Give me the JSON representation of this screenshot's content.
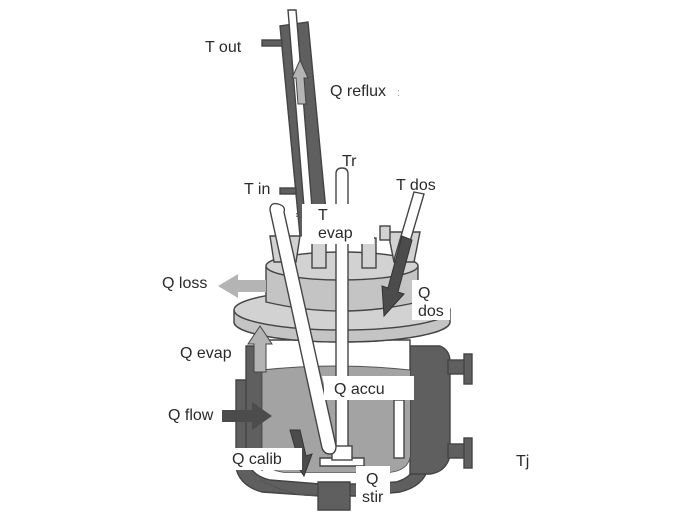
{
  "diagram": {
    "labels": {
      "t_out": "T out",
      "q_reflux": "Q reflux",
      "tr": "Tr",
      "t_in": "T in",
      "t_evap_1": "T",
      "t_evap_2": "evap",
      "t_dos": "T dos",
      "q_loss": "Q loss",
      "q_dos_1": "Q",
      "q_dos_2": "dos",
      "q_evap": "Q evap",
      "q_accu": "Q accu",
      "q_flow": "Q flow",
      "q_calib": "Q calib",
      "q_stir_1": "Q",
      "q_stir_2": "stir",
      "tj": "Tj"
    },
    "colors": {
      "dark_wall": "#5f5f5f",
      "medium_gray": "#8e8e8e",
      "light_gray": "#c4c4c4",
      "liquid": "#a3a3a3",
      "arrow_light": "#b4b4b4",
      "arrow_dark": "#4c4c4c",
      "white": "#ffffff"
    },
    "icons": {
      "stirrer": "stirrer-shaft-icon",
      "condenser": "reflux-condenser-icon",
      "flow_arrow": "arrow-icon"
    }
  }
}
